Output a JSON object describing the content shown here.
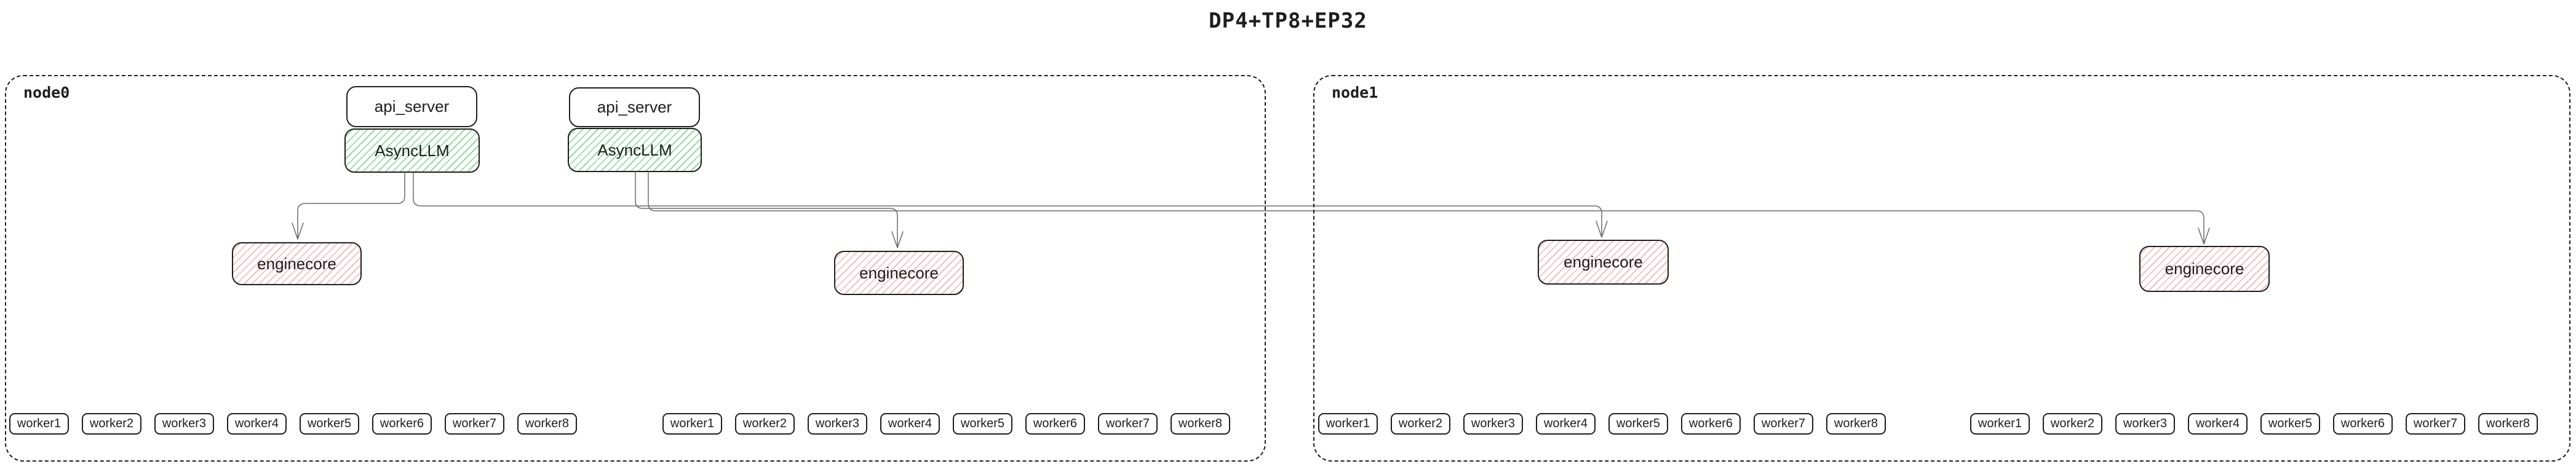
{
  "title": "DP4+TP8+EP32",
  "colors": {
    "stroke": "#1e1e1e",
    "async_hatch_green": "#82d492",
    "engine_hatch_red": "#f2b3b3",
    "connector_gray": "#6b6b6b",
    "background": "#ffffff"
  },
  "nodes": [
    {
      "label": "node0",
      "api_servers": [
        {
          "api_server_label": "api_server",
          "asyncllm_label": "AsyncLLM"
        },
        {
          "api_server_label": "api_server",
          "asyncllm_label": "AsyncLLM"
        }
      ],
      "enginecores": [
        {
          "label": "enginecore"
        },
        {
          "label": "enginecore"
        }
      ],
      "worker_groups": [
        {
          "workers": [
            "worker1",
            "worker2",
            "worker3",
            "worker4",
            "worker5",
            "worker6",
            "worker7",
            "worker8"
          ]
        },
        {
          "workers": [
            "worker1",
            "worker2",
            "worker3",
            "worker4",
            "worker5",
            "worker6",
            "worker7",
            "worker8"
          ]
        }
      ]
    },
    {
      "label": "node1",
      "enginecores": [
        {
          "label": "enginecore"
        },
        {
          "label": "enginecore"
        }
      ],
      "worker_groups": [
        {
          "workers": [
            "worker1",
            "worker2",
            "worker3",
            "worker4",
            "worker5",
            "worker6",
            "worker7",
            "worker8"
          ]
        },
        {
          "workers": [
            "worker1",
            "worker2",
            "worker3",
            "worker4",
            "worker5",
            "worker6",
            "worker7",
            "worker8"
          ]
        }
      ]
    }
  ]
}
